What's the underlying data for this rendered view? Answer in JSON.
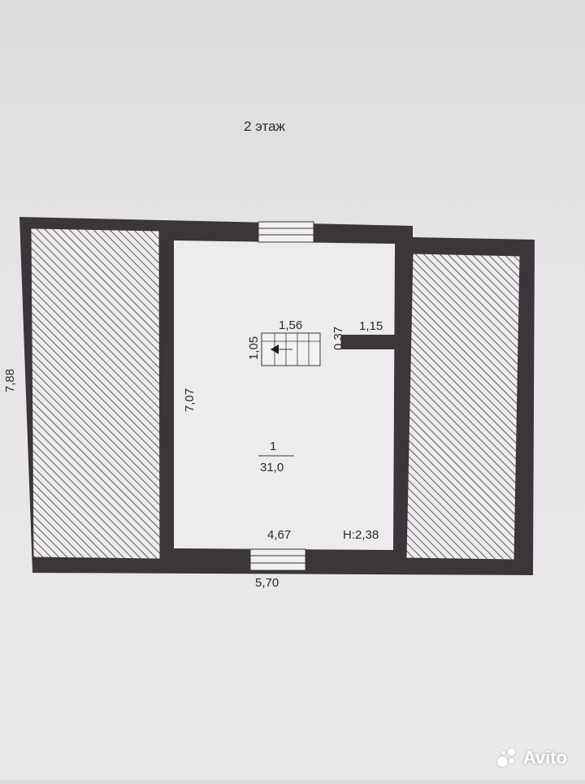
{
  "title": "2 этаж",
  "dimensions": {
    "total_height": "7,88",
    "room_height": "7,07",
    "stair_length": "1,56",
    "stair_width": "1,05",
    "partition_thickness": "0,37",
    "partition_length": "1,15",
    "room_width": "4,67",
    "total_width": "5,70"
  },
  "room": {
    "number": "1",
    "area": "31,0",
    "ceiling_height": "H:2,38"
  },
  "watermark": {
    "text": "Avito",
    "icon": "avito-dots-icon"
  },
  "colors": {
    "wall": "#3b3638",
    "paper": "#e6e6e8",
    "hatch": "#3b3638"
  }
}
